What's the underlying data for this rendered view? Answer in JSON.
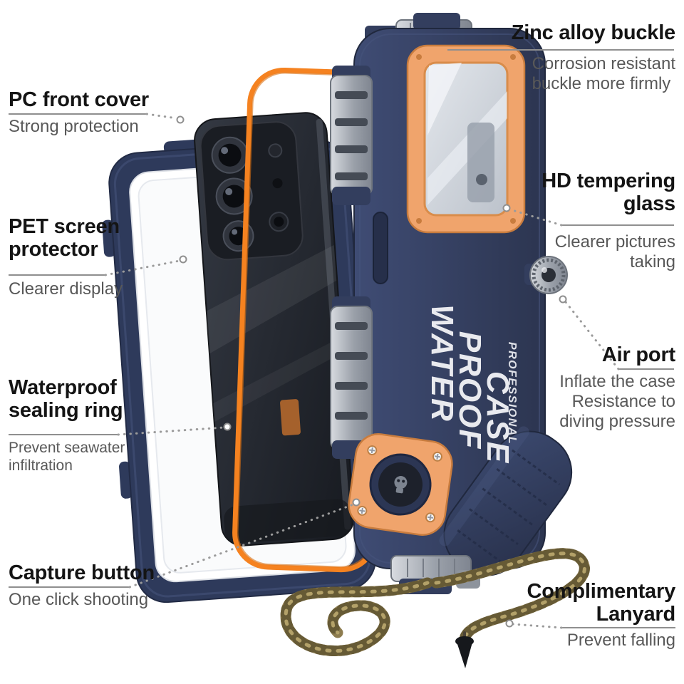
{
  "page": {
    "background": "#ffffff"
  },
  "product": {
    "case_text": [
      "WATER",
      "PROOF",
      "CASE"
    ],
    "case_text_sub": "PROFESSIONAL",
    "colors": {
      "case_navy": "#323d5d",
      "accent_orange": "#f58220",
      "frame_peach": "#f0a46c",
      "metal_gray": "#9aa0a8",
      "lanyard_olive": "#8d7c4f",
      "label_title": "#141414",
      "label_desc": "#585858"
    }
  },
  "annotations": {
    "zinc_alloy_buckle": {
      "title": [
        "Zinc alloy buckle"
      ],
      "desc": [
        "Corrosion resistant",
        "buckle more firmly"
      ]
    },
    "pc_front_cover": {
      "title": [
        "PC front cover"
      ],
      "desc": [
        "Strong protection"
      ]
    },
    "pet_screen_protector": {
      "title": [
        "PET screen",
        "protector"
      ],
      "desc": [
        "Clearer display"
      ]
    },
    "hd_tempering_glass": {
      "title": [
        "HD tempering",
        "glass"
      ],
      "desc": [
        "Clearer pictures",
        "taking"
      ]
    },
    "air_port": {
      "title": [
        "Air port"
      ],
      "desc": [
        "Inflate the case",
        "Resistance to",
        "diving pressure"
      ]
    },
    "waterproof_sealing_ring": {
      "title": [
        "Waterproof",
        "sealing ring"
      ],
      "desc": [
        "Prevent seawater",
        "infiltration"
      ]
    },
    "capture_button": {
      "title": [
        "Capture button"
      ],
      "desc": [
        "One click shooting"
      ]
    },
    "complimentary_lanyard": {
      "title": [
        "Complimentary",
        "Lanyard"
      ],
      "desc": [
        "Prevent falling"
      ]
    }
  }
}
